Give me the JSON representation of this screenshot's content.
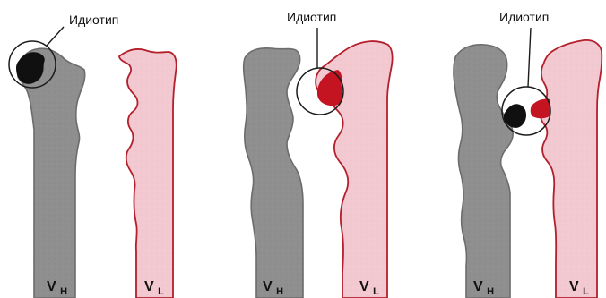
{
  "panels": [
    {
      "idiotype_label": "Идиотип",
      "vh_main": "V",
      "vh_sub": "H",
      "vl_main": "V",
      "vl_sub": "L"
    },
    {
      "idiotype_label": "Идиотип",
      "vh_main": "V",
      "vh_sub": "H",
      "vl_main": "V",
      "vl_sub": "L"
    },
    {
      "idiotype_label": "Идиотип",
      "vh_main": "V",
      "vh_sub": "H",
      "vl_main": "V",
      "vl_sub": "L"
    }
  ],
  "colors": {
    "heavy_chain_fill": "#8f8f8f",
    "heavy_chain_stroke": "#6c6c6c",
    "light_chain_fill": "#f3c9d1",
    "light_chain_stroke": "#b31f2b",
    "idiotype_dark": "#101010",
    "idiotype_red": "#c41422",
    "circle_stroke": "#1b1b1b",
    "text": "#111111"
  }
}
